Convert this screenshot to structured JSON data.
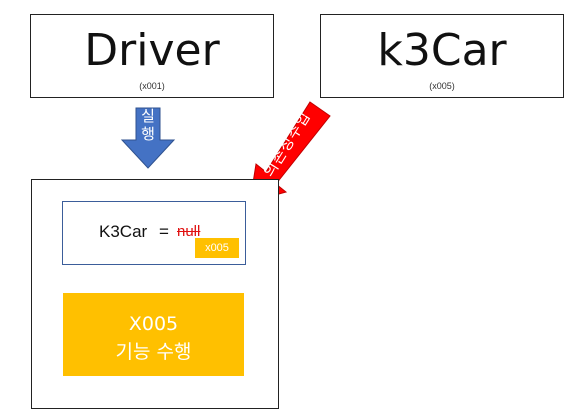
{
  "driver": {
    "title": "Driver",
    "address": "(x001)"
  },
  "k3car": {
    "title": "k3Car",
    "address": "(x005)"
  },
  "run_arrow": {
    "label_line1": "실",
    "label_line2": "행",
    "color": "#4472c4"
  },
  "inject_arrow": {
    "label": "의존성주입",
    "color": "#ff0000"
  },
  "variable": {
    "name": "K3Car",
    "equals": "=",
    "old_value": "null",
    "new_value": "x005"
  },
  "function_box": {
    "line1": "X005",
    "line2": "기능 수행",
    "color": "#ffc000"
  }
}
